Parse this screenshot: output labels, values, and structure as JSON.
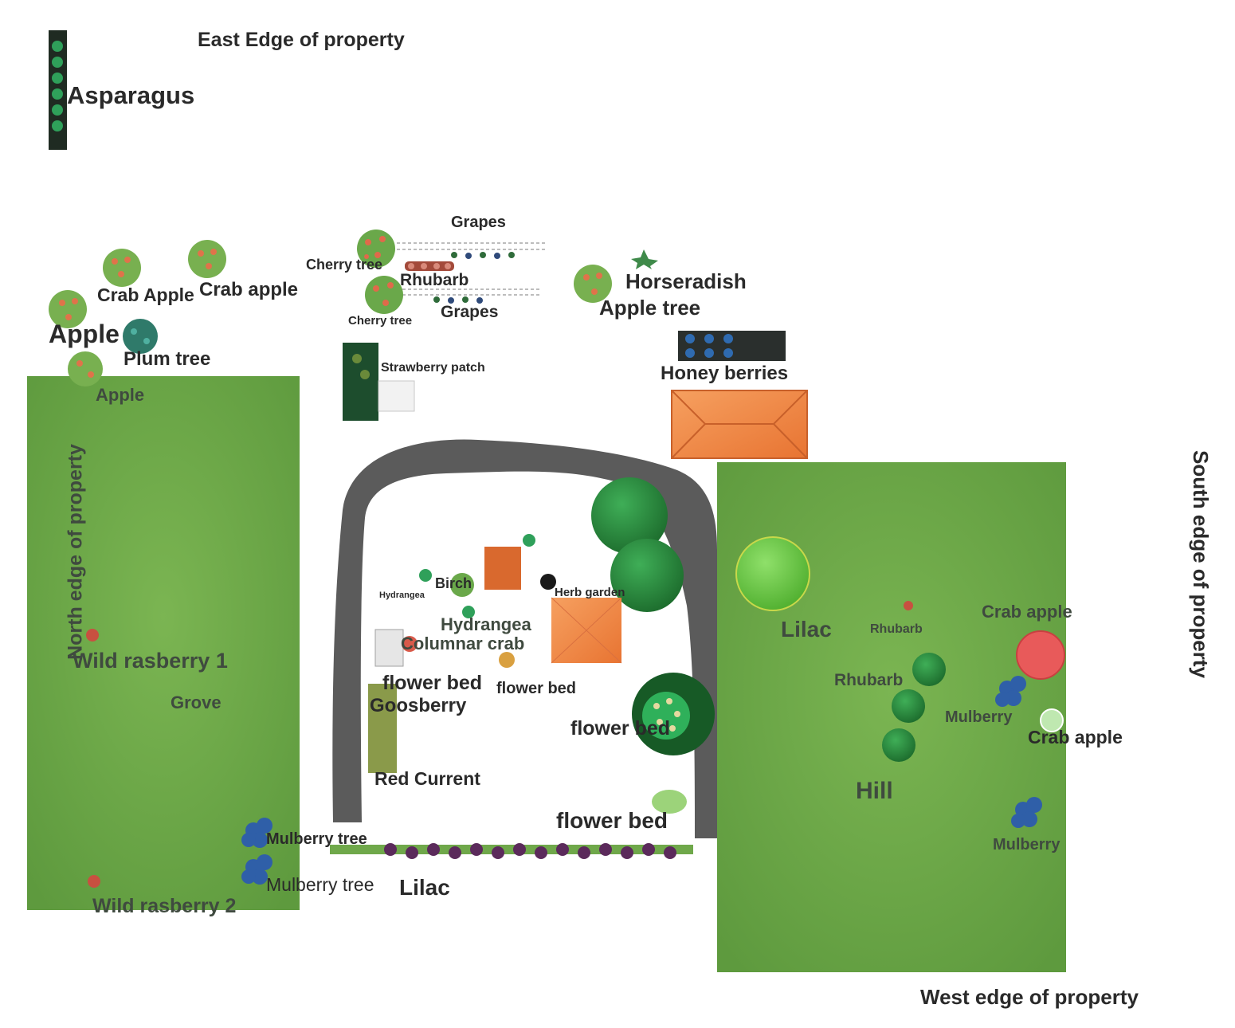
{
  "edges": {
    "east": "East Edge of property",
    "north": "North edge of property",
    "south": "South edge of property",
    "west": "West edge of property"
  },
  "labels": {
    "asparagus": "Asparagus",
    "grapes_top": "Grapes",
    "grapes_bottom": "Grapes",
    "cherry_tree_1": "Cherry tree",
    "cherry_tree_2": "Cherry tree",
    "rhubarb_top": "Rhubarb",
    "horseradish": "Horseradish",
    "apple_tree": "Apple tree",
    "crab_apple_1": "Crab Apple",
    "crab_apple_2": "Crab apple",
    "apple_big": "Apple",
    "plum_tree": "Plum tree",
    "apple_small": "Apple",
    "strawberry_patch": "Strawberry patch",
    "honey_berries": "Honey berries",
    "hydrangea_small": "Hydrangea",
    "birch": "Birch",
    "herb_garden": "Herb garden",
    "hydrangea": "Hydrangea",
    "columnar_crab": "Columnar crab",
    "flower_bed_1": "flower bed",
    "flower_bed_2": "flower bed",
    "goosberry": "Goosberry",
    "flower_bed_3": "flower bed",
    "red_current": "Red Current",
    "flower_bed_4": "flower bed",
    "wild_rasberry_1": "Wild rasberry 1",
    "grove": "Grove",
    "mulberry_tree_1": "Mulberry tree",
    "mulberry_tree_2": "Mulberry tree",
    "wild_rasberry_2": "Wild rasberry 2",
    "lilac_bottom": "Lilac",
    "lilac_right": "Lilac",
    "rhubarb_small": "Rhubarb",
    "rhubarb_right": "Rhubarb",
    "crab_apple_right_top": "Crab apple",
    "mulberry_right_1": "Mulberry",
    "crab_apple_right_bottom": "Crab apple",
    "hill": "Hill",
    "mulberry_right_2": "Mulberry"
  },
  "colors": {
    "lawn": "#6fa84a",
    "driveway": "#5a5a5a",
    "roof": "#f08a45",
    "shed": "#d9692e",
    "tree_dark": "#2e8b3e",
    "mulberry": "#2f5fa8",
    "lilac": "#5b2a5b",
    "crab_apple_red": "#e85a5a"
  }
}
